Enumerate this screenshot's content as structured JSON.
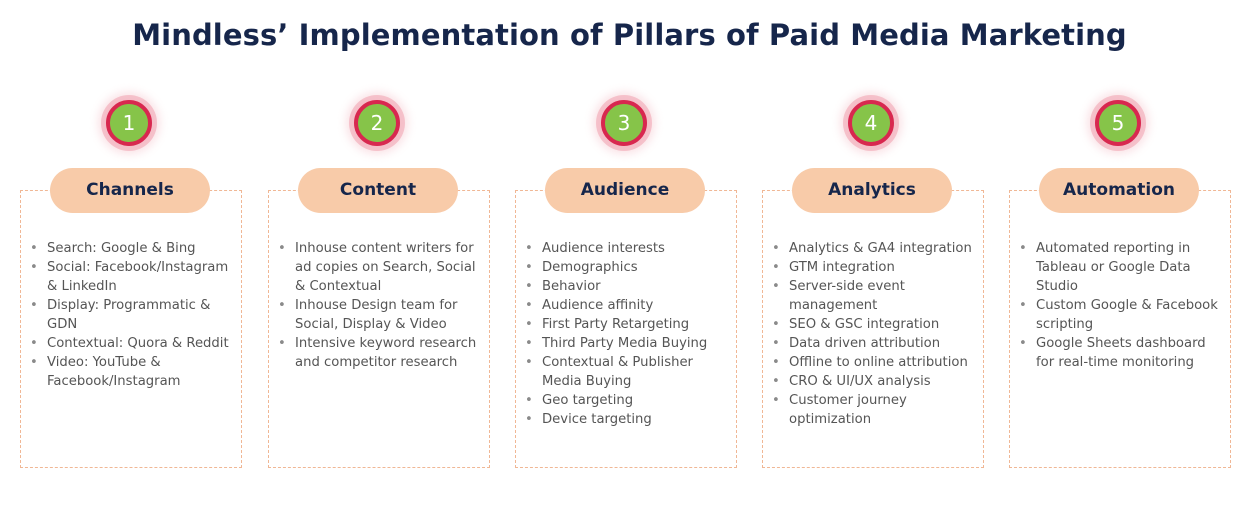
{
  "title": "Mindless’ Implementation of Pillars of Paid Media Marketing",
  "colors": {
    "title": "#16264b",
    "badge_fill": "#86c449",
    "badge_ring": "#d8284f",
    "pill": "#f8cba9",
    "border": "#f0b795",
    "text": "#555555"
  },
  "pillars": [
    {
      "number": "1",
      "label": "Channels",
      "items": [
        "Search: Google & Bing",
        "Social: Facebook/Instagram\n& LinkedIn",
        "Display: Programmatic &\nGDN",
        "Contextual: Quora & Reddit",
        "Video: YouTube &\nFacebook/Instagram"
      ]
    },
    {
      "number": "2",
      "label": "Content",
      "items": [
        "Inhouse content writers for\nad copies on Search, Social\n& Contextual",
        "Inhouse Design team for\nSocial, Display & Video",
        "Intensive keyword research\nand competitor research"
      ]
    },
    {
      "number": "3",
      "label": "Audience",
      "items": [
        "Audience interests",
        "Demographics",
        "Behavior",
        "Audience affinity",
        "First Party Retargeting",
        "Third Party Media Buying",
        "Contextual & Publisher\nMedia Buying",
        "Geo targeting",
        "Device targeting"
      ]
    },
    {
      "number": "4",
      "label": "Analytics",
      "items": [
        "Analytics & GA4 integration",
        "GTM integration",
        "Server-side event\nmanagement",
        "SEO & GSC integration",
        "Data driven attribution",
        "Offline to online attribution",
        "CRO & UI/UX analysis",
        "Customer journey\noptimization"
      ]
    },
    {
      "number": "5",
      "label": "Automation",
      "items": [
        "Automated reporting in\nTableau or Google Data\nStudio",
        "Custom Google & Facebook\nscripting",
        "Google Sheets dashboard\nfor real-time monitoring"
      ]
    }
  ]
}
